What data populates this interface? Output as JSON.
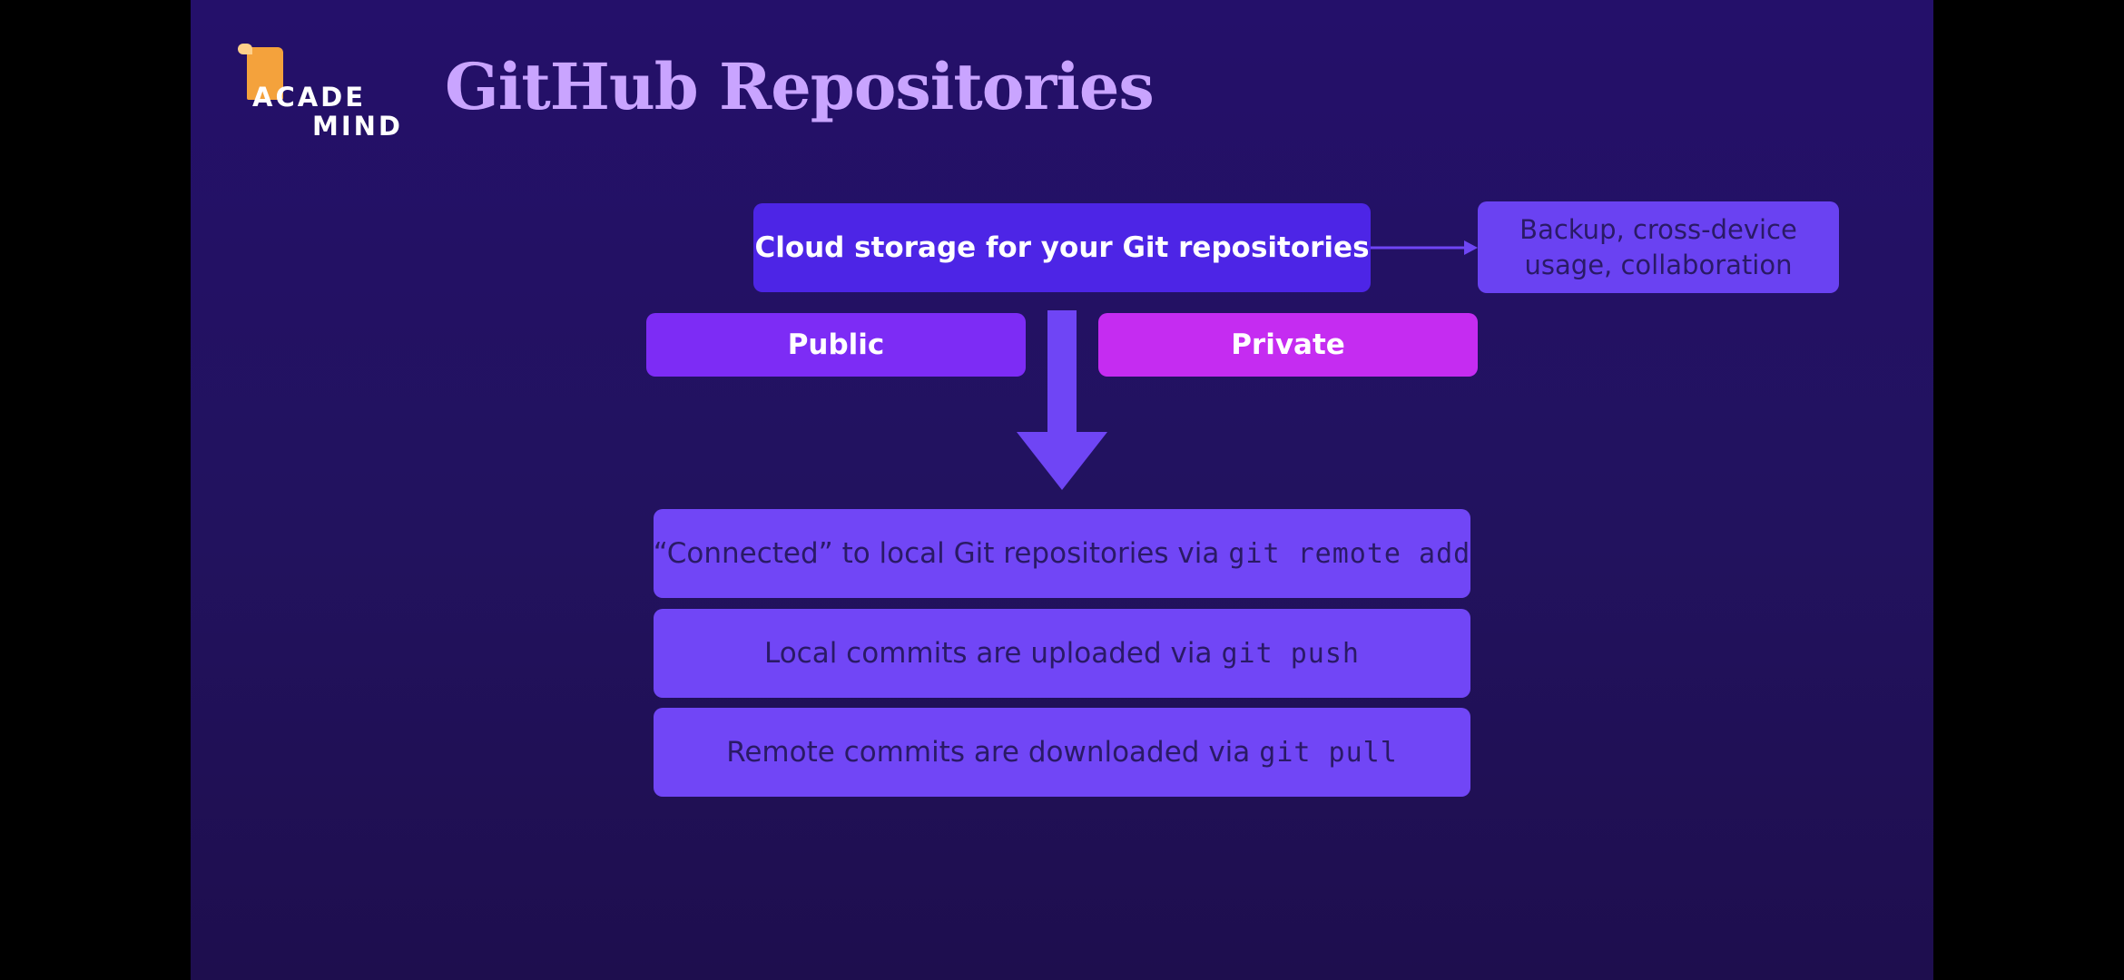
{
  "slide": {
    "logo": {
      "line1": "ACADE",
      "line2": "MIND"
    },
    "title": "GitHub Repositories"
  },
  "diagram": {
    "cloud_storage": "Cloud storage for your Git repositories",
    "benefits": {
      "line1": "Backup, cross-device",
      "line2": "usage, collaboration"
    },
    "visibility": {
      "public": "Public",
      "private": "Private"
    },
    "steps": [
      {
        "text": "“Connected” to local Git repositories via",
        "command": "git remote add"
      },
      {
        "text": "Local commits are uploaded via",
        "command": "git push"
      },
      {
        "text": "Remote commits are downloaded via",
        "command": "git pull"
      }
    ]
  },
  "colors": {
    "background": "#24106a",
    "title": "#c9a4ff",
    "cloud_box": "#4d25e6",
    "public_box": "#7d2cf5",
    "private_box": "#c52cf1",
    "step_box": "#7146f6",
    "arrow": "#6f45f5"
  }
}
